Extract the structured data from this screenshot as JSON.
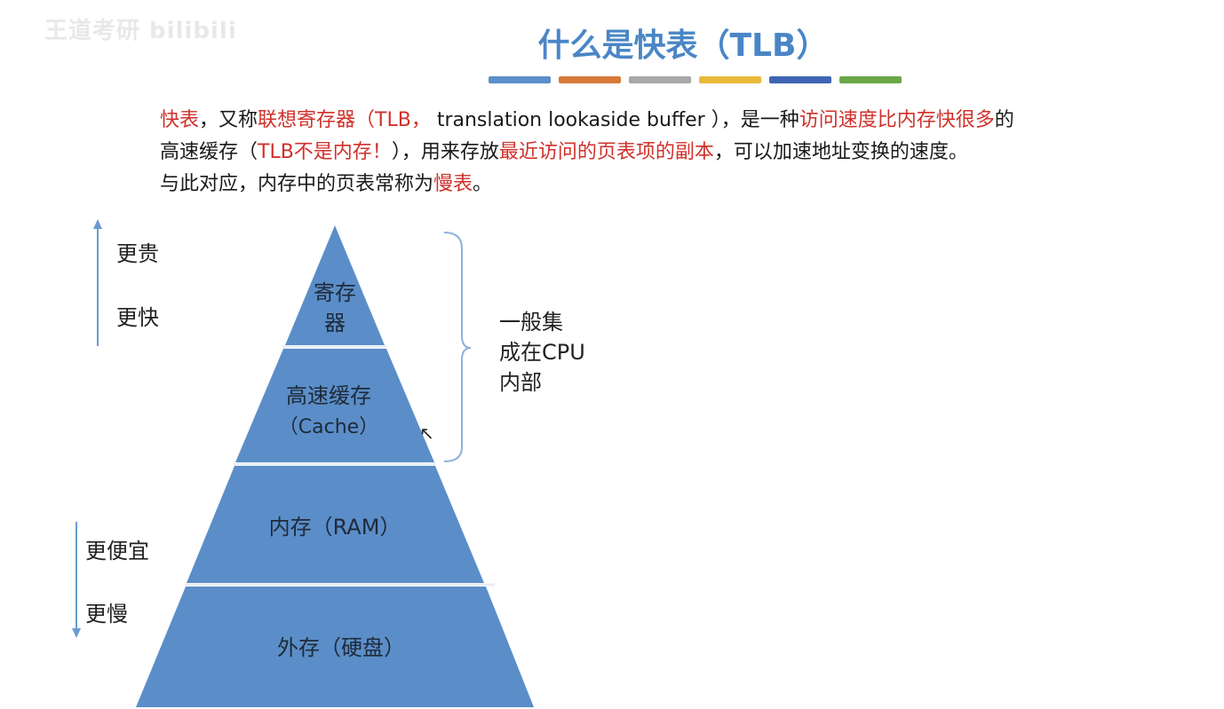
{
  "watermark": "王道考研 bilibili",
  "title": "什么是快表（TLB）",
  "colorbar": [
    "#5b8fcb",
    "#d87a3a",
    "#a8a8a8",
    "#e9b93a",
    "#3f65b3",
    "#6aa747"
  ],
  "paragraph": {
    "line1": [
      {
        "text": "快表",
        "style": "hl"
      },
      {
        "text": "，又称",
        "style": ""
      },
      {
        "text": "联想寄存器（TLB，",
        "style": "hl"
      },
      {
        "text": " translation lookaside buffer ",
        "style": ""
      },
      {
        "text": "），是一种",
        "style": ""
      },
      {
        "text": "访问速度比内存快很多",
        "style": "hl"
      },
      {
        "text": "的",
        "style": ""
      }
    ],
    "line2": [
      {
        "text": "高速缓存（",
        "style": ""
      },
      {
        "text": "TLB不是内存！",
        "style": "hl"
      },
      {
        "text": "），用来存放",
        "style": ""
      },
      {
        "text": "最近访问的页表项的副本",
        "style": "hl"
      },
      {
        "text": "，可以加速地址变换的速度。",
        "style": ""
      }
    ],
    "line3": [
      {
        "text": "与此对应，内存中的页表常称为",
        "style": ""
      },
      {
        "text": "慢表",
        "style": "hl"
      },
      {
        "text": "。",
        "style": ""
      }
    ]
  },
  "left_labels": {
    "more_expensive": "更贵",
    "faster": "更快",
    "cheaper": "更便宜",
    "slower": "更慢"
  },
  "pyramid": {
    "fill": "#5b8ec8",
    "layers": [
      {
        "id": "register",
        "lines": [
          "寄存",
          "器"
        ]
      },
      {
        "id": "cache",
        "lines": [
          "高速缓存",
          "（Cache）"
        ]
      },
      {
        "id": "ram",
        "lines": [
          "内存（RAM）"
        ]
      },
      {
        "id": "disk",
        "lines": [
          "外存（硬盘）"
        ]
      }
    ]
  },
  "brace_note": [
    "一般集",
    "成在CPU",
    "内部"
  ]
}
